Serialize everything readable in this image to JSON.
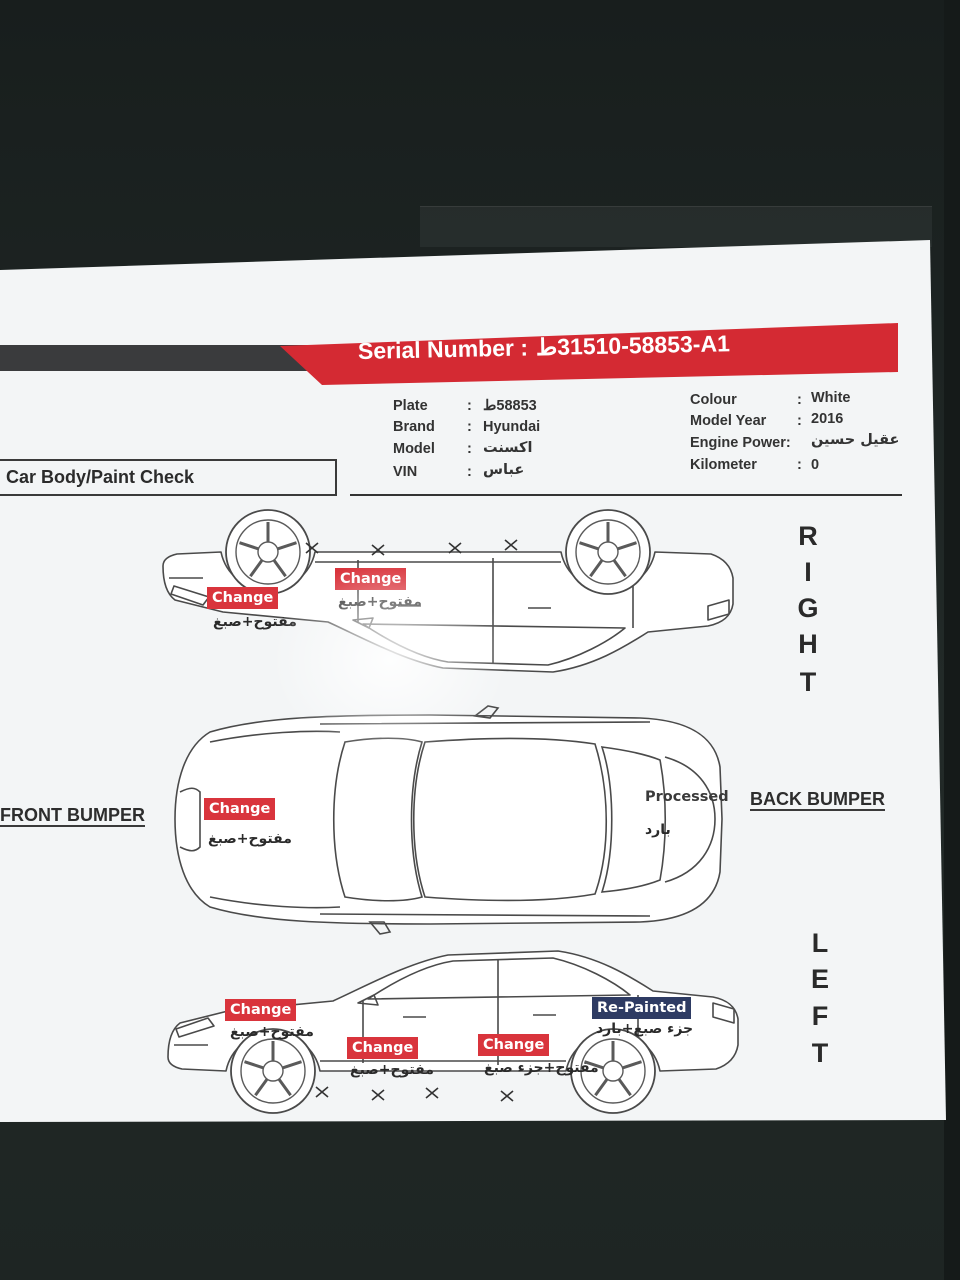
{
  "document": {
    "serial": {
      "label": "Serial Number :",
      "value": "ط31510-58853-A1"
    },
    "separator": ":",
    "info_left": [
      {
        "label": "Plate",
        "value": "ط58853"
      },
      {
        "label": "Brand",
        "value": "Hyundai"
      },
      {
        "label": "Model",
        "value": "اكسنت"
      },
      {
        "label": "VIN",
        "value": "عباس"
      }
    ],
    "info_right": [
      {
        "label": "Colour",
        "value": "White"
      },
      {
        "label": "Model Year",
        "value": "2016"
      },
      {
        "label": "Engine Power:",
        "value": "عقيل حسين"
      },
      {
        "label": "Kilometer",
        "value": "0"
      }
    ],
    "section_title": "Car Body/Paint Check",
    "side_labels": {
      "right": [
        "R",
        "I",
        "G",
        "H",
        "T"
      ],
      "left": [
        "L",
        "E",
        "F",
        "T"
      ],
      "front": "FRONT BUMPER",
      "back": "BACK BUMPER"
    },
    "annotations": [
      {
        "status": "Change",
        "note": "مفتوح+صبغ"
      },
      {
        "status": "Change",
        "note": "مفتوح+صبغ"
      },
      {
        "status": "Change",
        "note": "مفتوح+صبغ"
      },
      {
        "status": "Processed",
        "note": "بارد"
      },
      {
        "status": "Change",
        "note": "مفتوح+صبغ"
      },
      {
        "status": "Change",
        "note": "مفتوح+صبغ"
      },
      {
        "status": "Change",
        "note": "مفتوح+جزء صبغ"
      },
      {
        "status": "Re-Painted",
        "note": "جزء صبغ+بارد"
      }
    ]
  },
  "colors": {
    "banner_red": "#d42a33",
    "change_badge": "#d9343c",
    "repainted_badge": "#2e3b63",
    "paper": "#f3f5f6",
    "background": "#1d2422"
  }
}
